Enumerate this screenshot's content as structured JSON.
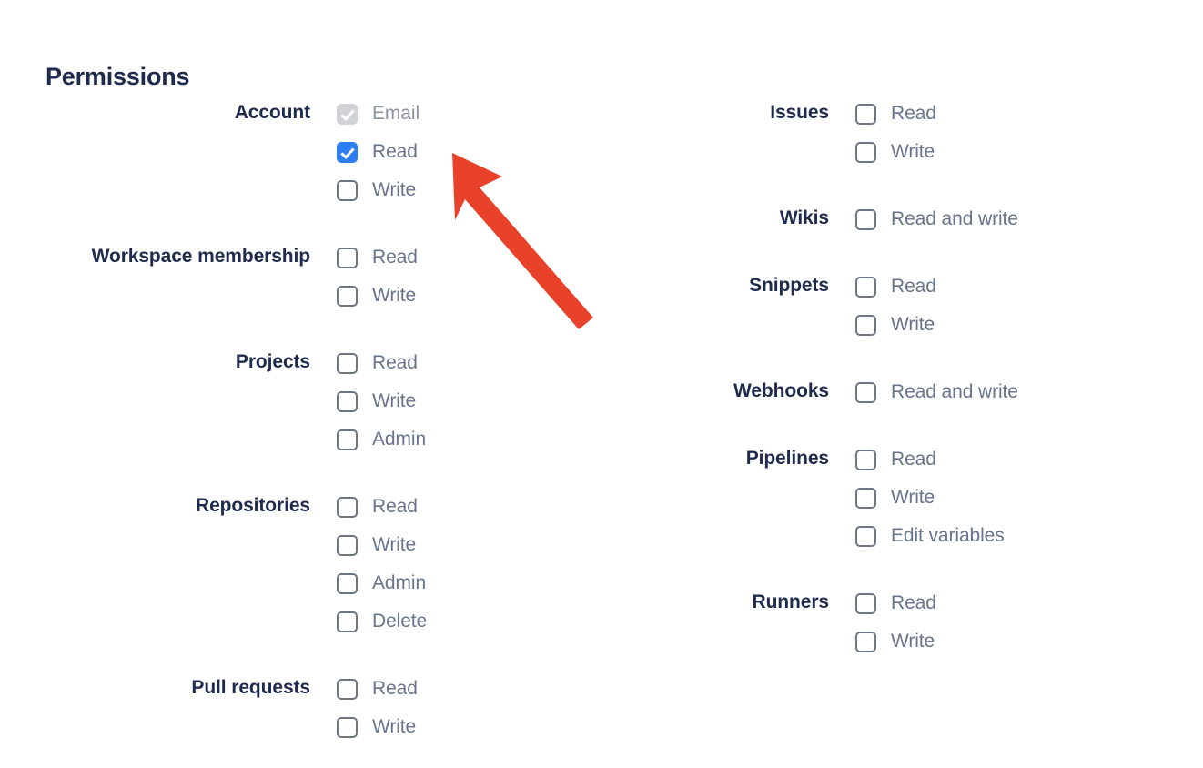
{
  "page": {
    "title": "Permissions",
    "background": "#ffffff",
    "heading_color": "#1f2b4d",
    "label_color": "#68748c",
    "checked_color": "#2f7df5",
    "disabled_color": "#d2d3d6",
    "annotation_arrow_color": "#e8432a"
  },
  "annotation": {
    "arrow_name": "red-pointer-arrow",
    "points_at": "Account Read checkbox"
  },
  "columns": {
    "left": [
      {
        "label": "Account",
        "options": [
          {
            "label": "Email",
            "state": "disabled-checked"
          },
          {
            "label": "Read",
            "state": "checked"
          },
          {
            "label": "Write",
            "state": "unchecked"
          }
        ]
      },
      {
        "label": "Workspace membership",
        "options": [
          {
            "label": "Read",
            "state": "unchecked"
          },
          {
            "label": "Write",
            "state": "unchecked"
          }
        ]
      },
      {
        "label": "Projects",
        "options": [
          {
            "label": "Read",
            "state": "unchecked"
          },
          {
            "label": "Write",
            "state": "unchecked"
          },
          {
            "label": "Admin",
            "state": "unchecked"
          }
        ]
      },
      {
        "label": "Repositories",
        "options": [
          {
            "label": "Read",
            "state": "unchecked"
          },
          {
            "label": "Write",
            "state": "unchecked"
          },
          {
            "label": "Admin",
            "state": "unchecked"
          },
          {
            "label": "Delete",
            "state": "unchecked"
          }
        ]
      },
      {
        "label": "Pull requests",
        "options": [
          {
            "label": "Read",
            "state": "unchecked"
          },
          {
            "label": "Write",
            "state": "unchecked"
          }
        ]
      }
    ],
    "right": [
      {
        "label": "Issues",
        "options": [
          {
            "label": "Read",
            "state": "unchecked"
          },
          {
            "label": "Write",
            "state": "unchecked"
          }
        ]
      },
      {
        "label": "Wikis",
        "options": [
          {
            "label": "Read and write",
            "state": "unchecked"
          }
        ]
      },
      {
        "label": "Snippets",
        "options": [
          {
            "label": "Read",
            "state": "unchecked"
          },
          {
            "label": "Write",
            "state": "unchecked"
          }
        ]
      },
      {
        "label": "Webhooks",
        "options": [
          {
            "label": "Read and write",
            "state": "unchecked"
          }
        ]
      },
      {
        "label": "Pipelines",
        "options": [
          {
            "label": "Read",
            "state": "unchecked"
          },
          {
            "label": "Write",
            "state": "unchecked"
          },
          {
            "label": "Edit variables",
            "state": "unchecked"
          }
        ]
      },
      {
        "label": "Runners",
        "options": [
          {
            "label": "Read",
            "state": "unchecked"
          },
          {
            "label": "Write",
            "state": "unchecked"
          }
        ]
      }
    ]
  }
}
